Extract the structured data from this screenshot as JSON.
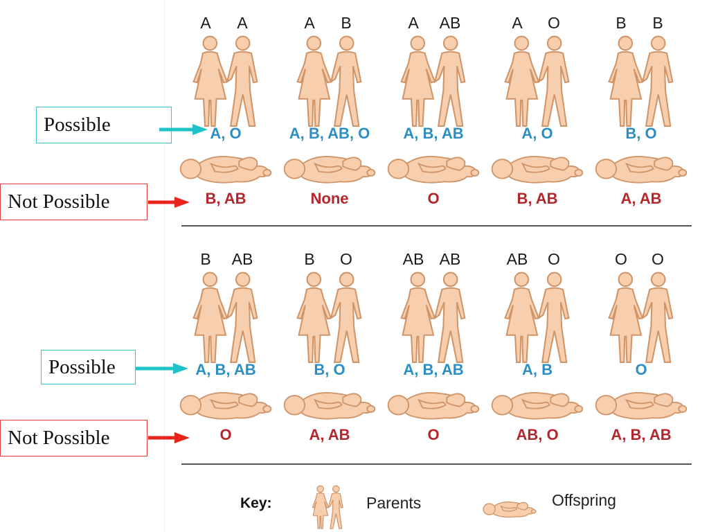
{
  "labels": {
    "possible": "Possible",
    "not_possible": "Not Possible"
  },
  "rows": [
    {
      "panels": [
        {
          "parent1": "A",
          "parent2": "A",
          "possible": "A, O",
          "not_possible": "B, AB"
        },
        {
          "parent1": "A",
          "parent2": "B",
          "possible": "A, B, AB, O",
          "not_possible": "None"
        },
        {
          "parent1": "A",
          "parent2": "AB",
          "possible": "A, B, AB",
          "not_possible": "O"
        },
        {
          "parent1": "A",
          "parent2": "O",
          "possible": "A, O",
          "not_possible": "B, AB"
        },
        {
          "parent1": "B",
          "parent2": "B",
          "possible": "B, O",
          "not_possible": "A, AB"
        }
      ]
    },
    {
      "panels": [
        {
          "parent1": "B",
          "parent2": "AB",
          "possible": "A, B, AB",
          "not_possible": "O"
        },
        {
          "parent1": "B",
          "parent2": "O",
          "possible": "B, O",
          "not_possible": "A, AB"
        },
        {
          "parent1": "AB",
          "parent2": "AB",
          "possible": "A, B, AB",
          "not_possible": "O"
        },
        {
          "parent1": "AB",
          "parent2": "O",
          "possible": "A, B",
          "not_possible": "AB, O"
        },
        {
          "parent1": "O",
          "parent2": "O",
          "possible": "O",
          "not_possible": "A, B, AB"
        }
      ]
    }
  ],
  "key": {
    "title": "Key:",
    "parents_label": "Parents",
    "offspring_label": "Offspring"
  },
  "icons": {
    "parents": "parents-couple-icon",
    "offspring": "sleeping-baby-icon"
  },
  "colors": {
    "possible_text": "#2b8fc4",
    "not_possible_text": "#b3262b",
    "figure_fill": "#f7cfae",
    "figure_stroke": "#cf9468",
    "possible_box_border": "#3fc1cc",
    "possible_arrow": "#1fc2c9",
    "not_possible_box_border": "#d9403a",
    "not_possible_arrow": "#e8231c"
  }
}
